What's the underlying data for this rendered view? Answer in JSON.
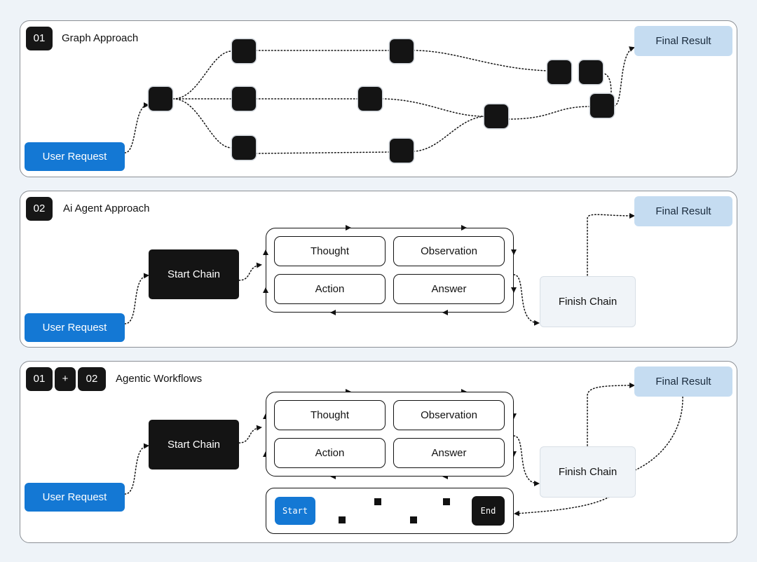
{
  "panels": [
    {
      "badges": [
        "01"
      ],
      "title": "Graph Approach"
    },
    {
      "badges": [
        "02"
      ],
      "title": "Ai Agent Approach"
    },
    {
      "badges": [
        "01",
        "+",
        "02"
      ],
      "title": "Agentic Workflows"
    }
  ],
  "labels": {
    "user_request": "User Request",
    "final_result": "Final Result",
    "start_chain": "Start Chain",
    "finish_chain": "Finish Chain",
    "thought": "Thought",
    "observation": "Observation",
    "action": "Action",
    "answer": "Answer",
    "start": "Start",
    "end": "End"
  },
  "colors": {
    "user_request": "#1478d4",
    "final_result": "#c5dcf1",
    "dark_node": "#141414"
  }
}
